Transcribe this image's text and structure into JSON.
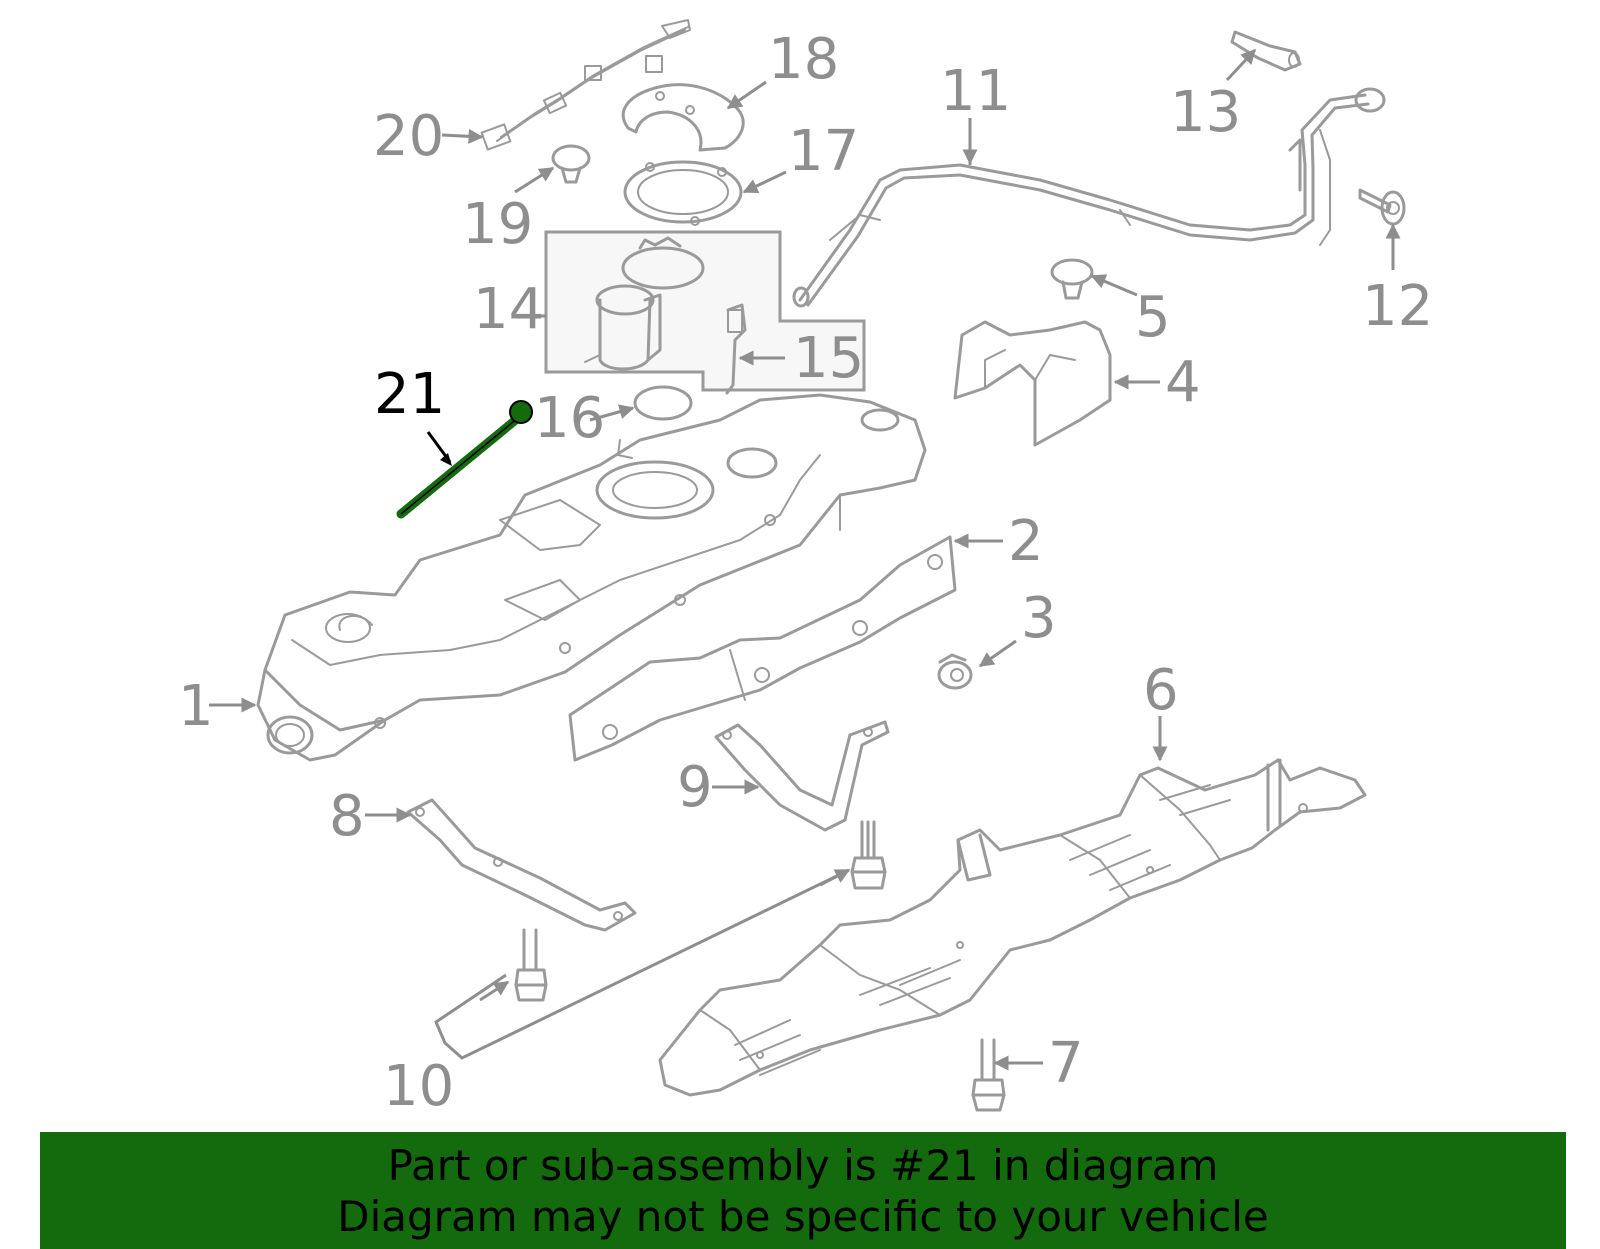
{
  "callouts": {
    "c1": "1",
    "c2": "2",
    "c3": "3",
    "c4": "4",
    "c5": "5",
    "c6": "6",
    "c7": "7",
    "c8": "8",
    "c9": "9",
    "c10": "10",
    "c11": "11",
    "c12": "12",
    "c13": "13",
    "c14": "14",
    "c15": "15",
    "c16": "16",
    "c17": "17",
    "c18": "18",
    "c19": "19",
    "c20": "20",
    "c21": "21"
  },
  "highlighted_part": "21",
  "colors": {
    "part_line": "#9a9a9a",
    "highlight": "#146b0e",
    "banner_background": "#146b0e",
    "label_text": "#8e8e8e"
  },
  "banner": {
    "line1": "Part or sub-assembly is #21 in diagram",
    "line2": "Diagram may not be specific to your vehicle"
  }
}
